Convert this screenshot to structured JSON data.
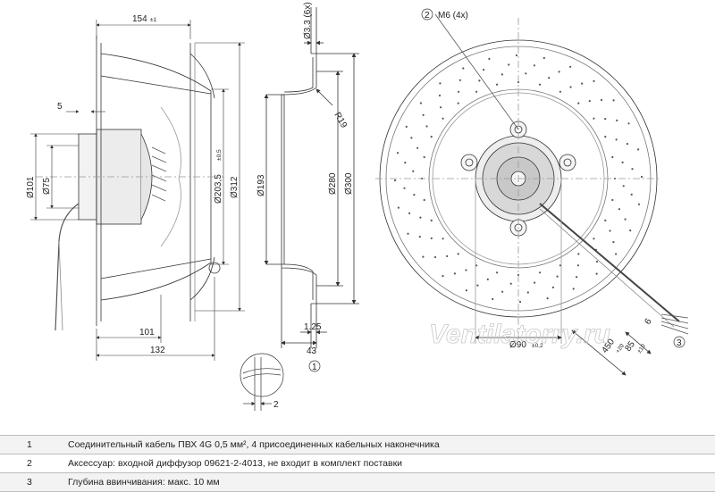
{
  "dimensions": {
    "width_total": "154",
    "width_tol": "±1",
    "hole_dia": "Ø3.3 (6x)",
    "inlet_thread": "M6 (4x)",
    "side_offset": "5",
    "dia_101": "Ø101",
    "dia_75": "Ø75",
    "dia_203": "Ø203,5",
    "dia_203_tol": "±0,5",
    "dia_312": "Ø312",
    "radius": "R19",
    "dia_193": "Ø193",
    "dia_280": "Ø280",
    "dia_300": "Ø300",
    "depth_101": "101",
    "depth_132": "132",
    "thickness": "1.25",
    "ring_depth": "43",
    "detail_2": "2",
    "hub_dia": "Ø90",
    "hub_dia_tol": "±0,2",
    "cable_450": "450",
    "cable_450_tol": "+20",
    "cable_85": "85",
    "cable_85_tol": "±10",
    "cable_6": "6"
  },
  "callouts": {
    "c1": "1",
    "c2": "2",
    "c3": "3"
  },
  "watermark": "Ventilatorry.ru",
  "legend": [
    {
      "num": "1",
      "text": "Соединительный кабель ПВХ 4G 0,5 мм², 4 присоединенных кабельных наконечника"
    },
    {
      "num": "2",
      "text": "Аксессуар: входной диффузор 09621-2-4013, не входит в комплект поставки"
    },
    {
      "num": "3",
      "text": "Глубина ввинчивания: макс. 10 мм"
    }
  ],
  "colors": {
    "line": "#333333",
    "light": "#9a9a9a",
    "legend_band": "#f3f3f3"
  }
}
